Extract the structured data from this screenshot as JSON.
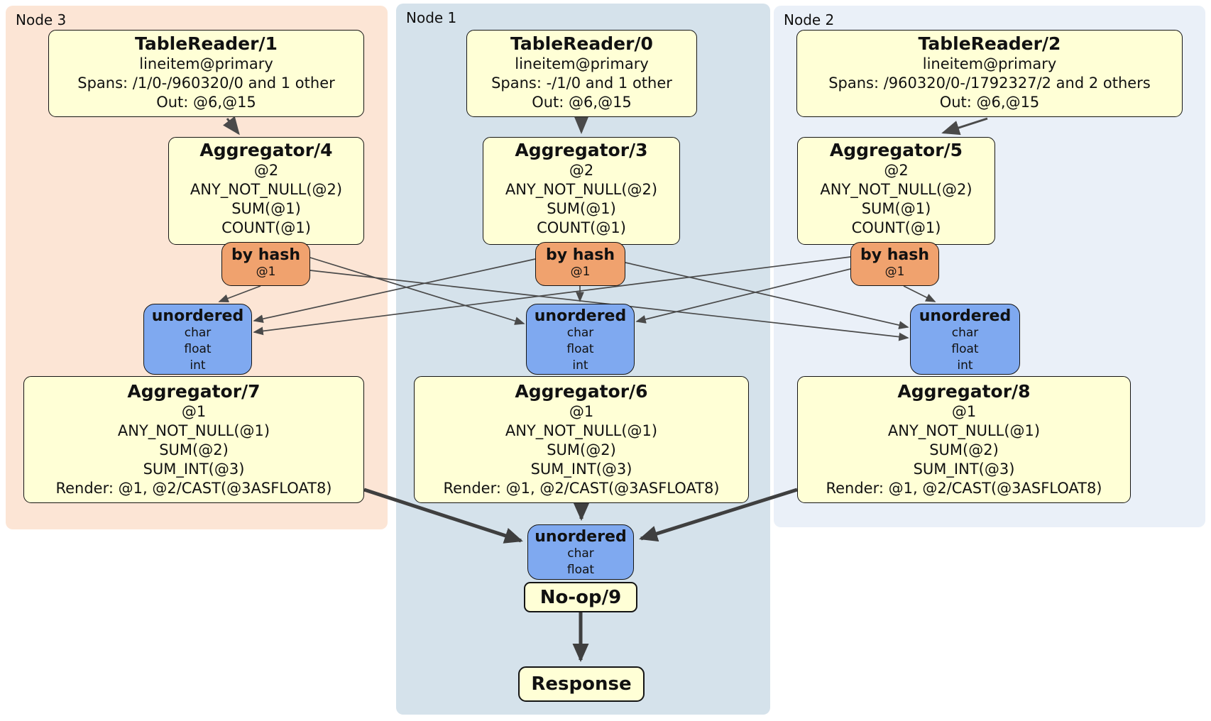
{
  "nodes": {
    "node3": {
      "label": "Node 3",
      "table_reader": {
        "title": "TableReader/1",
        "lines": [
          "lineitem@primary",
          "Spans: /1/0-/960320/0 and 1 other",
          "Out: @6,@15"
        ]
      },
      "aggregator_top": {
        "title": "Aggregator/4",
        "lines": [
          "@2",
          "ANY_NOT_NULL(@2)",
          "SUM(@1)",
          "COUNT(@1)"
        ]
      },
      "router": {
        "title": "by hash",
        "detail": "@1"
      },
      "sync": {
        "title": "unordered",
        "lines": [
          "char",
          "float",
          "int"
        ]
      },
      "aggregator_bottom": {
        "title": "Aggregator/7",
        "lines": [
          "@1",
          "ANY_NOT_NULL(@1)",
          "SUM(@2)",
          "SUM_INT(@3)",
          "Render: @1, @2/CAST(@3ASFLOAT8)"
        ]
      }
    },
    "node1": {
      "label": "Node 1",
      "table_reader": {
        "title": "TableReader/0",
        "lines": [
          "lineitem@primary",
          "Spans: -/1/0 and 1 other",
          "Out: @6,@15"
        ]
      },
      "aggregator_top": {
        "title": "Aggregator/3",
        "lines": [
          "@2",
          "ANY_NOT_NULL(@2)",
          "SUM(@1)",
          "COUNT(@1)"
        ]
      },
      "router": {
        "title": "by hash",
        "detail": "@1"
      },
      "sync": {
        "title": "unordered",
        "lines": [
          "char",
          "float",
          "int"
        ]
      },
      "aggregator_bottom": {
        "title": "Aggregator/6",
        "lines": [
          "@1",
          "ANY_NOT_NULL(@1)",
          "SUM(@2)",
          "SUM_INT(@3)",
          "Render: @1, @2/CAST(@3ASFLOAT8)"
        ]
      }
    },
    "node2": {
      "label": "Node 2",
      "table_reader": {
        "title": "TableReader/2",
        "lines": [
          "lineitem@primary",
          "Spans: /960320/0-/1792327/2 and 2 others",
          "Out: @6,@15"
        ]
      },
      "aggregator_top": {
        "title": "Aggregator/5",
        "lines": [
          "@2",
          "ANY_NOT_NULL(@2)",
          "SUM(@1)",
          "COUNT(@1)"
        ]
      },
      "router": {
        "title": "by hash",
        "detail": "@1"
      },
      "sync": {
        "title": "unordered",
        "lines": [
          "char",
          "float",
          "int"
        ]
      },
      "aggregator_bottom": {
        "title": "Aggregator/8",
        "lines": [
          "@1",
          "ANY_NOT_NULL(@1)",
          "SUM(@2)",
          "SUM_INT(@3)",
          "Render: @1, @2/CAST(@3ASFLOAT8)"
        ]
      }
    }
  },
  "final_stage": {
    "sync": {
      "title": "unordered",
      "lines": [
        "char",
        "float"
      ]
    },
    "noop_label": "No-op/9",
    "response_label": "Response"
  },
  "colors": {
    "node3_bg": "#FCE5D5",
    "node1_bg": "#D5E2EB",
    "node2_bg": "#EAF0F8",
    "processor_bg": "#FFFFD6",
    "router_bg": "#F0A26E",
    "sync_bg": "#7FA9F0",
    "edge": "#4A4A4A"
  }
}
